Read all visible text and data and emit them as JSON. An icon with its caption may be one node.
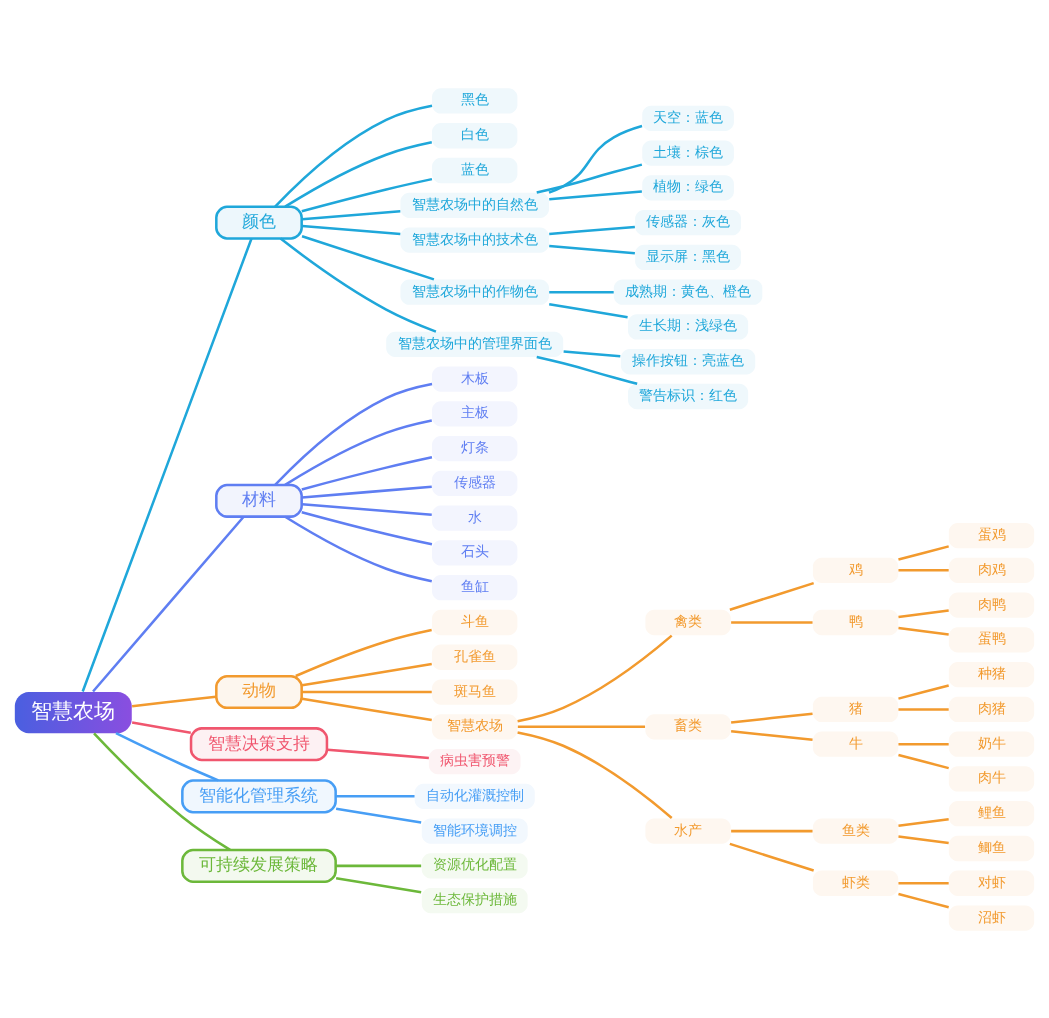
{
  "diagram": {
    "nodes": [
      {
        "text": [
          "智慧农场"
        ]
      },
      {
        "text": [
          "颜色"
        ]
      },
      {
        "text": [
          "黑色"
        ]
      },
      {
        "text": [
          "白色"
        ]
      },
      {
        "text": [
          "蓝色"
        ]
      },
      {
        "text": [
          "智慧农场中的自然色"
        ]
      },
      {
        "text": [
          "天空：蓝色"
        ]
      },
      {
        "text": [
          "土壤：棕色"
        ]
      },
      {
        "text": [
          "植物：绿色"
        ]
      },
      {
        "text": [
          "智慧农场中的技术色"
        ]
      },
      {
        "text": [
          "传感器：灰色"
        ]
      },
      {
        "text": [
          "显示屏：黑色"
        ]
      },
      {
        "text": [
          "智慧农场中的作物色"
        ]
      },
      {
        "text": [
          "成熟期：黄色、橙色"
        ]
      },
      {
        "text": [
          "生长期：浅绿色"
        ]
      },
      {
        "text": [
          "智慧农场中的管理界面色"
        ]
      },
      {
        "text": [
          "操作按钮：亮蓝色"
        ]
      },
      {
        "text": [
          "警告标识：红色"
        ]
      },
      {
        "text": [
          "材料"
        ]
      },
      {
        "text": [
          "木板"
        ]
      },
      {
        "text": [
          "主板"
        ]
      },
      {
        "text": [
          "灯条"
        ]
      },
      {
        "text": [
          "传感器"
        ]
      },
      {
        "text": [
          "水"
        ]
      },
      {
        "text": [
          "石头"
        ]
      },
      {
        "text": [
          "鱼缸"
        ]
      },
      {
        "text": [
          "动物"
        ]
      },
      {
        "text": [
          "斗鱼"
        ]
      },
      {
        "text": [
          "孔雀鱼"
        ]
      },
      {
        "text": [
          "斑马鱼"
        ]
      },
      {
        "text": [
          "智慧农场"
        ]
      },
      {
        "text": [
          "禽类"
        ]
      },
      {
        "text": [
          "鸡"
        ]
      },
      {
        "text": [
          "蛋鸡"
        ]
      },
      {
        "text": [
          "肉鸡"
        ]
      },
      {
        "text": [
          "鸭"
        ]
      },
      {
        "text": [
          "肉鸭"
        ]
      },
      {
        "text": [
          "蛋鸭"
        ]
      },
      {
        "text": [
          "畜类"
        ]
      },
      {
        "text": [
          "猪"
        ]
      },
      {
        "text": [
          "种猪"
        ]
      },
      {
        "text": [
          "肉猪"
        ]
      },
      {
        "text": [
          "牛"
        ]
      },
      {
        "text": [
          "奶牛"
        ]
      },
      {
        "text": [
          "肉牛"
        ]
      },
      {
        "text": [
          "水产"
        ]
      },
      {
        "text": [
          "鱼类"
        ]
      },
      {
        "text": [
          "鲤鱼"
        ]
      },
      {
        "text": [
          "鲫鱼"
        ]
      },
      {
        "text": [
          "虾类"
        ]
      },
      {
        "text": [
          "对虾"
        ]
      },
      {
        "text": [
          "沼虾"
        ]
      },
      {
        "text": [
          "智慧决策支持"
        ]
      },
      {
        "text": [
          "病虫害预警"
        ]
      },
      {
        "text": [
          "智能化管理系统"
        ]
      },
      {
        "text": [
          "自动化灌溉控制"
        ]
      },
      {
        "text": [
          "智能环境调控"
        ]
      },
      {
        "text": [
          "可持续发展策略"
        ]
      },
      {
        "text": [
          "资源优化配置"
        ]
      },
      {
        "text": [
          "生态保护措施"
        ]
      }
    ],
    "edges": [
      {
        "from": 0,
        "to": 1,
        "arrow": "none",
        "color": "#1fa7da"
      },
      {
        "from": 1,
        "to": 2,
        "arrow": "none",
        "color": "#1fa7da"
      },
      {
        "from": 1,
        "to": 3,
        "arrow": "none",
        "color": "#1fa7da"
      },
      {
        "from": 1,
        "to": 4,
        "arrow": "none",
        "color": "#1fa7da"
      },
      {
        "from": 1,
        "to": 5,
        "arrow": "none",
        "color": "#1fa7da"
      },
      {
        "from": 5,
        "to": 6,
        "arrow": "none",
        "color": "#1fa7da"
      },
      {
        "from": 5,
        "to": 7,
        "arrow": "none",
        "color": "#1fa7da"
      },
      {
        "from": 5,
        "to": 8,
        "arrow": "none",
        "color": "#1fa7da"
      },
      {
        "from": 1,
        "to": 9,
        "arrow": "none",
        "color": "#1fa7da"
      },
      {
        "from": 9,
        "to": 10,
        "arrow": "none",
        "color": "#1fa7da"
      },
      {
        "from": 9,
        "to": 11,
        "arrow": "none",
        "color": "#1fa7da"
      },
      {
        "from": 1,
        "to": 12,
        "arrow": "none",
        "color": "#1fa7da"
      },
      {
        "from": 12,
        "to": 13,
        "arrow": "none",
        "color": "#1fa7da"
      },
      {
        "from": 12,
        "to": 14,
        "arrow": "none",
        "color": "#1fa7da"
      },
      {
        "from": 1,
        "to": 15,
        "arrow": "none",
        "color": "#1fa7da"
      },
      {
        "from": 15,
        "to": 16,
        "arrow": "none",
        "color": "#1fa7da"
      },
      {
        "from": 15,
        "to": 17,
        "arrow": "none",
        "color": "#1fa7da"
      },
      {
        "from": 0,
        "to": 18,
        "arrow": "none",
        "color": "#5f7ef2"
      },
      {
        "from": 18,
        "to": 19,
        "arrow": "none",
        "color": "#5f7ef2"
      },
      {
        "from": 18,
        "to": 20,
        "arrow": "none",
        "color": "#5f7ef2"
      },
      {
        "from": 18,
        "to": 21,
        "arrow": "none",
        "color": "#5f7ef2"
      },
      {
        "from": 18,
        "to": 22,
        "arrow": "none",
        "color": "#5f7ef2"
      },
      {
        "from": 18,
        "to": 23,
        "arrow": "none",
        "color": "#5f7ef2"
      },
      {
        "from": 18,
        "to": 24,
        "arrow": "none",
        "color": "#5f7ef2"
      },
      {
        "from": 18,
        "to": 25,
        "arrow": "none",
        "color": "#5f7ef2"
      },
      {
        "from": 0,
        "to": 26,
        "arrow": "none"
      },
      {
        "from": 26,
        "to": 27,
        "arrow": "none"
      },
      {
        "from": 26,
        "to": 28,
        "arrow": "none"
      },
      {
        "from": 26,
        "to": 29,
        "arrow": "none"
      },
      {
        "from": 26,
        "to": 30,
        "arrow": "none"
      },
      {
        "from": 30,
        "to": 31,
        "arrow": "none"
      },
      {
        "from": 31,
        "to": 32,
        "arrow": "none"
      },
      {
        "from": 32,
        "to": 33,
        "arrow": "none"
      },
      {
        "from": 32,
        "to": 34,
        "arrow": "none"
      },
      {
        "from": 31,
        "to": 35,
        "arrow": "none"
      },
      {
        "from": 35,
        "to": 36,
        "arrow": "none"
      },
      {
        "from": 35,
        "to": 37,
        "arrow": "none"
      },
      {
        "from": 30,
        "to": 38,
        "arrow": "none"
      },
      {
        "from": 38,
        "to": 39,
        "arrow": "none"
      },
      {
        "from": 39,
        "to": 40,
        "arrow": "none"
      },
      {
        "from": 39,
        "to": 41,
        "arrow": "none"
      },
      {
        "from": 38,
        "to": 42,
        "arrow": "none"
      },
      {
        "from": 42,
        "to": 43,
        "arrow": "none"
      },
      {
        "from": 42,
        "to": 44,
        "arrow": "none"
      },
      {
        "from": 30,
        "to": 45,
        "arrow": "none"
      },
      {
        "from": 45,
        "to": 46,
        "arrow": "none"
      },
      {
        "from": 46,
        "to": 47,
        "arrow": "none"
      },
      {
        "from": 46,
        "to": 48,
        "arrow": "none"
      },
      {
        "from": 45,
        "to": 49,
        "arrow": "none"
      },
      {
        "from": 49,
        "to": 50,
        "arrow": "none"
      },
      {
        "from": 49,
        "to": 51,
        "arrow": "none"
      },
      {
        "from": 0,
        "to": 52,
        "arrow": "none",
        "color": "#f0566e"
      },
      {
        "from": 52,
        "to": 53,
        "arrow": "none",
        "color": "#f0566e"
      },
      {
        "from": 0,
        "to": 54,
        "arrow": "none",
        "color": "#479ef5"
      },
      {
        "from": 54,
        "to": 55,
        "arrow": "none",
        "color": "#479ef5"
      },
      {
        "from": 54,
        "to": 56,
        "arrow": "none",
        "color": "#479ef5"
      },
      {
        "from": 0,
        "to": 57,
        "arrow": "none",
        "color": "#6cb83a"
      },
      {
        "from": 57,
        "to": 58,
        "arrow": "none",
        "color": "#6cb83a"
      },
      {
        "from": 57,
        "to": 59,
        "arrow": "none",
        "color": "#6cb83a"
      }
    ]
  }
}
